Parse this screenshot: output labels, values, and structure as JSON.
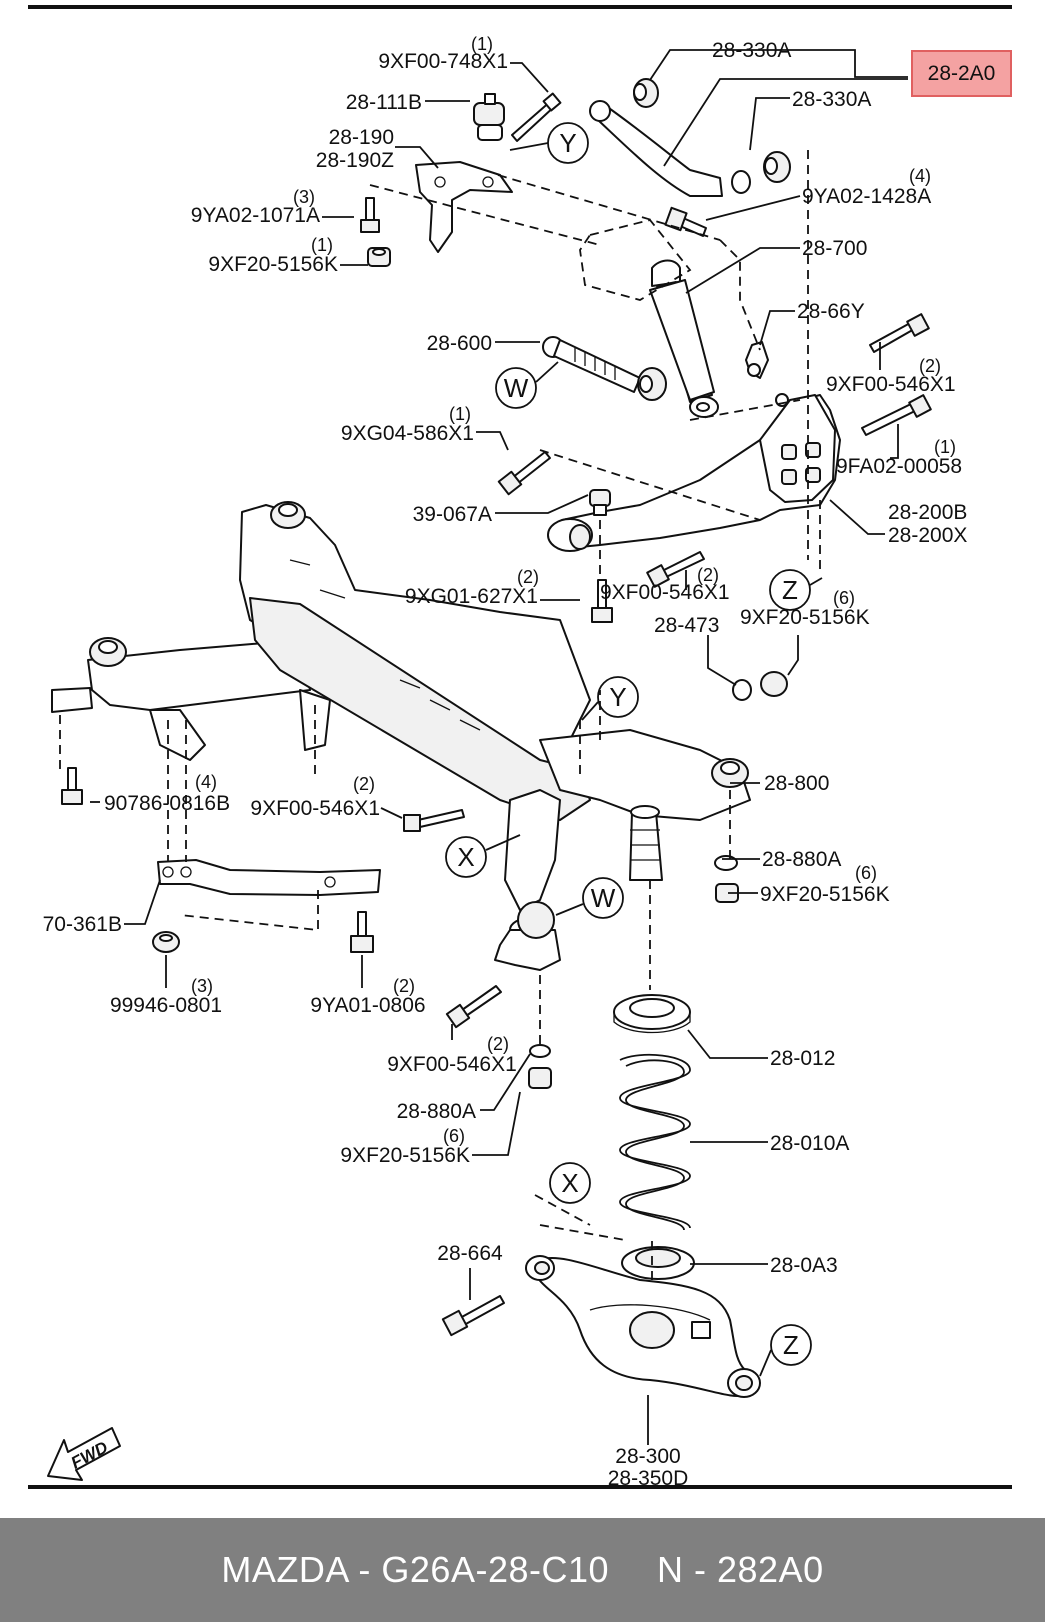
{
  "highlight": {
    "part": "28-2A0",
    "color": "#f4a2a2"
  },
  "footer": {
    "brand_part": "MAZDA - G26A-28-C10",
    "number": "N - 282A0"
  },
  "fwd_label": "FWD",
  "callouts": {
    "c1": "9XF00-748X1",
    "c1q": "(1)",
    "c2": "28-111B",
    "c3a": "28-190",
    "c3b": "28-190Z",
    "c4": "9YA02-1071A",
    "c4q": "(3)",
    "c5": "9XF20-5156K",
    "c5q": "(1)",
    "c6": "28-330A",
    "c7": "28-330A",
    "c8": "9YA02-1428A",
    "c8q": "(4)",
    "c9": "28-700",
    "c10": "28-66Y",
    "c11": "28-600",
    "c12": "9XF00-546X1",
    "c12q": "(2)",
    "c13": "9XG04-586X1",
    "c13q": "(1)",
    "c14": "9FA02-00058",
    "c14q": "(1)",
    "c15": "39-067A",
    "c16a": "28-200B",
    "c16b": "28-200X",
    "c17": "9XF00-546X1",
    "c17q": "(2)",
    "c18": "9XG01-627X1",
    "c18q": "(2)",
    "c19": "28-473",
    "c20": "9XF20-5156K",
    "c20q": "(6)",
    "c21": "28-800",
    "c22": "90786-0816B",
    "c22q": "(4)",
    "c23": "9XF00-546X1",
    "c23q": "(2)",
    "c24": "28-880A",
    "c25": "9XF20-5156K",
    "c25q": "(6)",
    "c26": "70-361B",
    "c27": "99946-0801",
    "c27q": "(3)",
    "c28": "9YA01-0806",
    "c28q": "(2)",
    "c29": "9XF00-546X1",
    "c29q": "(2)",
    "c30": "28-880A",
    "c31": "9XF20-5156K",
    "c31q": "(6)",
    "c32": "28-012",
    "c33": "28-010A",
    "c34": "28-664",
    "c35": "28-0A3",
    "c36a": "28-300",
    "c36b": "28-350D"
  },
  "refs": {
    "Y": "Y",
    "W": "W",
    "X": "X",
    "Z": "Z"
  }
}
